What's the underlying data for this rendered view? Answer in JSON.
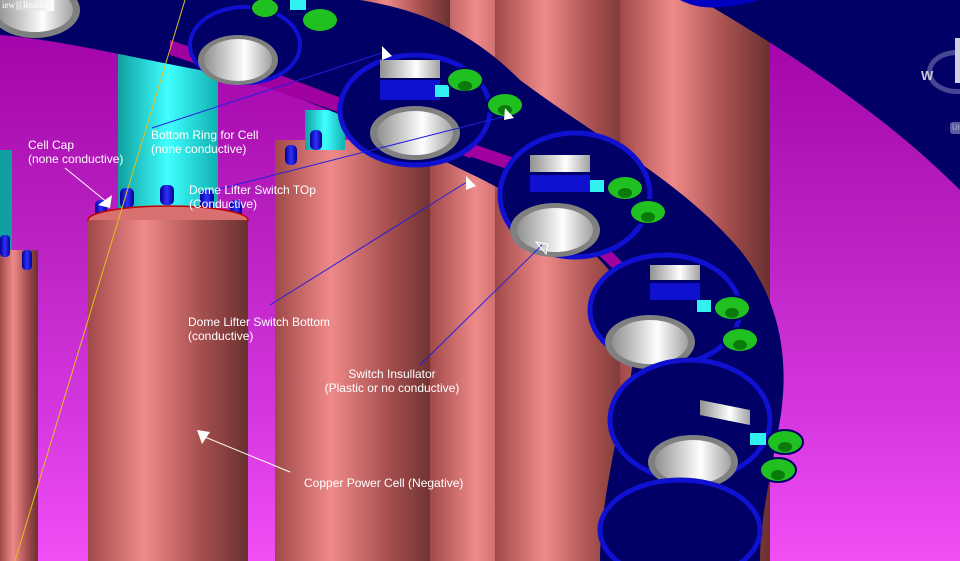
{
  "viewport": {
    "view_tab_text": "iew]|[Realist",
    "background_colors": {
      "top": "#a000a8",
      "bottom": "#f24ef6"
    }
  },
  "viewcube": {
    "compass_letter": "W",
    "unlock_label": "Un"
  },
  "annotations": [
    {
      "id": "cell-cap",
      "line1": "Cell Cap",
      "line2": "(none conductive)"
    },
    {
      "id": "bottom-ring",
      "line1": "Bottom Ring for Cell",
      "line2": "(none conductive)"
    },
    {
      "id": "dome-lifter-top",
      "line1": "Dome Lifter Switch TOp",
      "line2": "(Conductive)"
    },
    {
      "id": "dome-lifter-bottom",
      "line1": "Dome Lifter Switch Bottom",
      "line2": "(conductive)"
    },
    {
      "id": "switch-insulator",
      "line1": "Switch Insullator",
      "line2": "(Plastic or no conductive)"
    },
    {
      "id": "copper-cell",
      "line1": "Copper Power Cell (Negative)"
    }
  ],
  "colors": {
    "copper": "#c0605c",
    "copper_highlight": "#f08a8a",
    "copper_shadow": "#6e3434",
    "ring_dark": "#000066",
    "ring_edge": "#1010d0",
    "cyan": "#20e0e0",
    "green": "#20c020",
    "silver": "#e0e0e0",
    "magenta_strip": "#a000a0"
  }
}
